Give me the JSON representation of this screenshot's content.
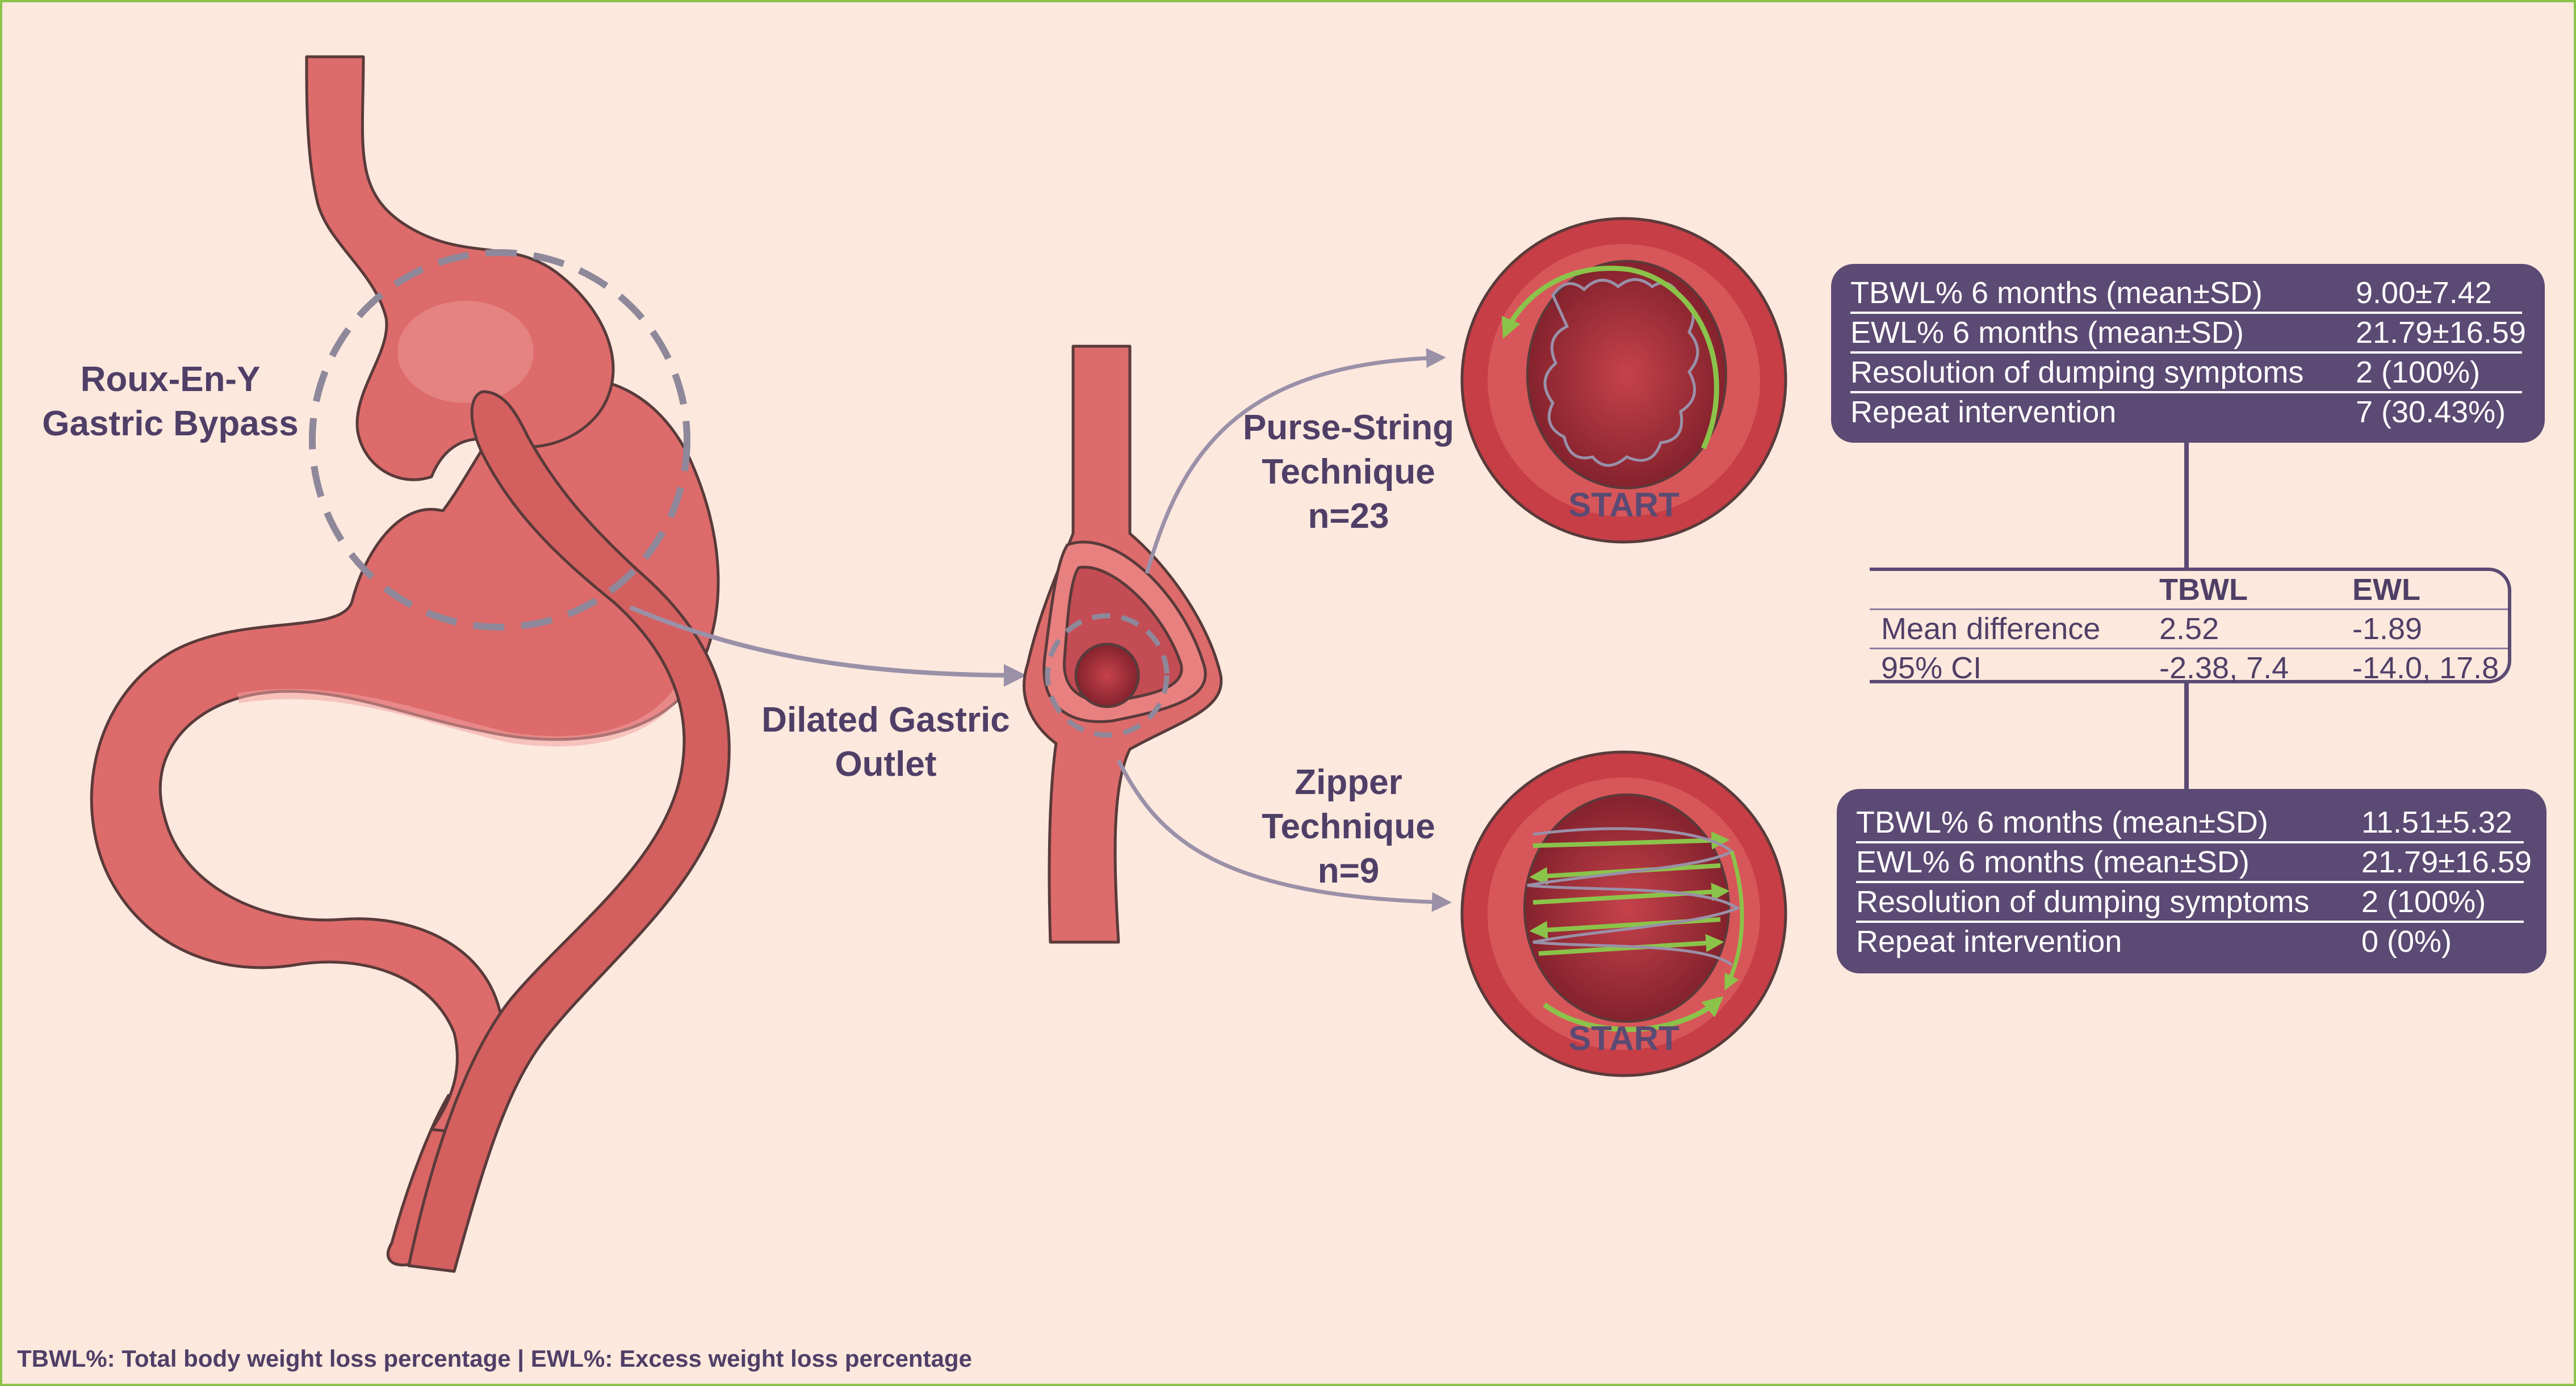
{
  "labels": {
    "procedure": "Roux-En-Y\nGastric Bypass",
    "outlet": "Dilated Gastric\nOutlet",
    "purse": "Purse-String\nTechnique\nn=23",
    "zipper": "Zipper\nTechnique\nn=9",
    "start_label": "START"
  },
  "purse_box": {
    "rows": [
      {
        "label": "TBWL% 6 months (mean±SD)",
        "value": "9.00±7.42"
      },
      {
        "label": "EWL% 6 months (mean±SD)",
        "value": "21.79±16.59"
      },
      {
        "label": "Resolution of dumping symptoms",
        "value": "2 (100%)"
      },
      {
        "label": "Repeat intervention",
        "value": "7 (30.43%)"
      }
    ]
  },
  "comparison": {
    "headers": [
      "",
      "TBWL",
      "EWL"
    ],
    "rows": [
      {
        "label": "Mean difference",
        "tbwl": "2.52",
        "ewl": "-1.89"
      },
      {
        "label": "95% CI",
        "tbwl": "-2.38, 7.4",
        "ewl": "-14.0, 17.8"
      }
    ]
  },
  "zipper_box": {
    "rows": [
      {
        "label": "TBWL% 6 months (mean±SD)",
        "value": "11.51±5.32"
      },
      {
        "label": "EWL% 6 months (mean±SD)",
        "value": "21.79±16.59"
      },
      {
        "label": "Resolution of dumping symptoms",
        "value": "2 (100%)"
      },
      {
        "label": "Repeat intervention",
        "value": "0 (0%)"
      }
    ]
  },
  "footnote": "TBWL%: Total body weight loss percentage | EWL%: Excess weight loss percentage",
  "colors": {
    "background": "#fce8dd",
    "tissue": "#dd6b6b",
    "tissue_dark": "#a52d36",
    "accent_purple": "#5b4a73",
    "suture_green": "#8bc34a",
    "arrow_grey": "#9a90a8"
  }
}
